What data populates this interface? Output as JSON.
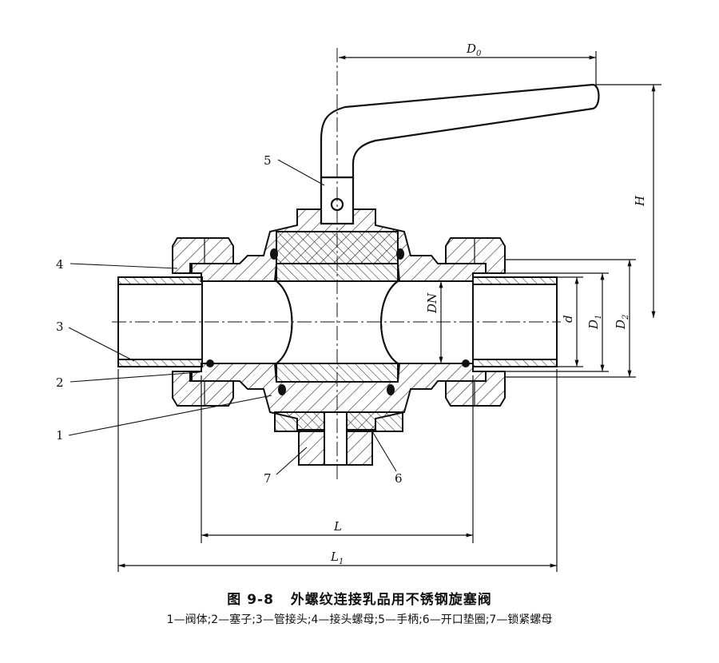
{
  "figure": {
    "number": "图 9-8",
    "title": "外螺纹连接乳品用不锈钢旋塞阀",
    "legend": "1—阀体;2—塞子;3—管接头;4—接头螺母;5—手柄;6—开口垫圈;7—锁紧螺母"
  },
  "part_labels": [
    "1",
    "2",
    "3",
    "4",
    "5",
    "6",
    "7"
  ],
  "dimensions": {
    "D0": {
      "base": "D",
      "sub": "0"
    },
    "H": "H",
    "DN": "DN",
    "d": "d",
    "D1": {
      "base": "D",
      "sub": "1"
    },
    "D2": {
      "base": "D",
      "sub": "2"
    },
    "L": "L",
    "L1": {
      "base": "L",
      "sub": "1"
    }
  }
}
